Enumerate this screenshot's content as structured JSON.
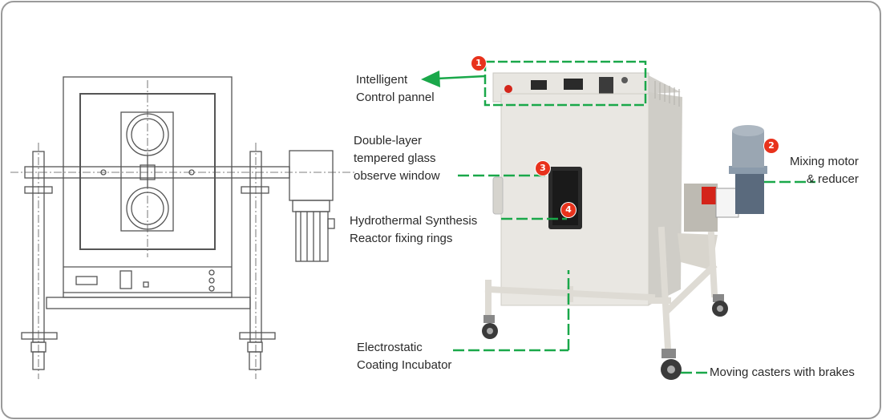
{
  "colors": {
    "annotation_line": "#1aa84a",
    "badge": "#e8321c",
    "drawing": "#555555",
    "cabinet": "#e9e7e2",
    "frame": "#dedbd4"
  },
  "labels": {
    "control_panel": {
      "line1": "Intelligent",
      "line2": "Control pannel",
      "badge": "1"
    },
    "mixing_motor": {
      "line1": "Mixing motor",
      "line2": "& reducer",
      "badge": "2"
    },
    "window": {
      "line1": "Double-layer",
      "line2": "tempered glass",
      "line3": "observe window",
      "badge": "3"
    },
    "fixing_rings": {
      "line1": "Hydrothermal Synthesis",
      "line2": "Reactor fixing rings",
      "badge": "4"
    },
    "incubator": {
      "line1": "Electrostatic",
      "line2": "Coating Incubator"
    },
    "casters": {
      "line1": "Moving casters with brakes"
    }
  }
}
